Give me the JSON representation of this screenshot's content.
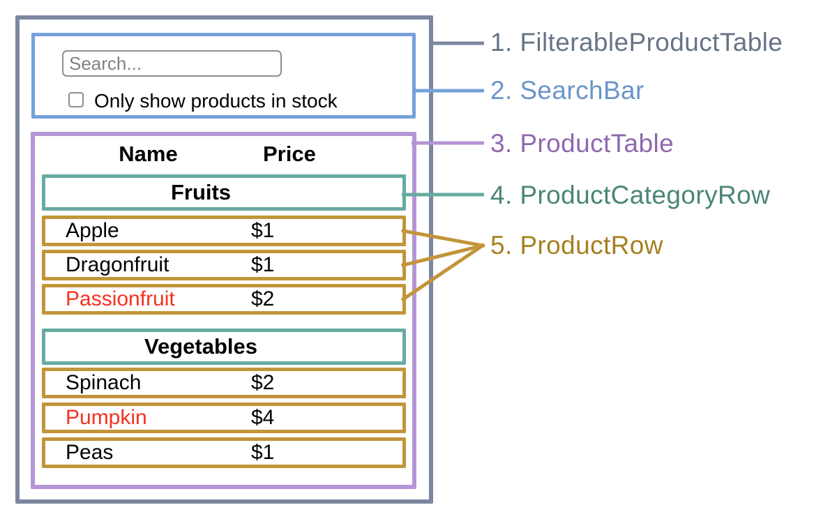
{
  "annotations": {
    "items": [
      {
        "label": "1. FilterableProductTable",
        "color": "#687387"
      },
      {
        "label": "2. SearchBar",
        "color": "#6b95c9"
      },
      {
        "label": "3. ProductTable",
        "color": "#8f68ae"
      },
      {
        "label": "4. ProductCategoryRow",
        "color": "#4a8577"
      },
      {
        "label": "5. ProductRow",
        "color": "#a5801f"
      }
    ]
  },
  "colors": {
    "filterable_product_table_border": "#7c87a0",
    "search_bar_border": "#74a1db",
    "product_table_border": "#b495d5",
    "product_category_row_border": "#67aba0",
    "product_row_border": "#c2953a",
    "out_of_stock_text": "#f43120"
  },
  "search_bar": {
    "search_placeholder": "Search...",
    "checkbox_label": "Only show products in stock",
    "checkbox_checked": false
  },
  "product_table": {
    "headers": {
      "name": "Name",
      "price": "Price"
    },
    "sections": [
      {
        "category": "Fruits",
        "rows": [
          {
            "name": "Apple",
            "price": "$1",
            "out_of_stock": false
          },
          {
            "name": "Dragonfruit",
            "price": "$1",
            "out_of_stock": false
          },
          {
            "name": "Passionfruit",
            "price": "$2",
            "out_of_stock": true
          }
        ]
      },
      {
        "category": "Vegetables",
        "rows": [
          {
            "name": "Spinach",
            "price": "$2",
            "out_of_stock": false
          },
          {
            "name": "Pumpkin",
            "price": "$4",
            "out_of_stock": true
          },
          {
            "name": "Peas",
            "price": "$1",
            "out_of_stock": false
          }
        ]
      }
    ]
  }
}
